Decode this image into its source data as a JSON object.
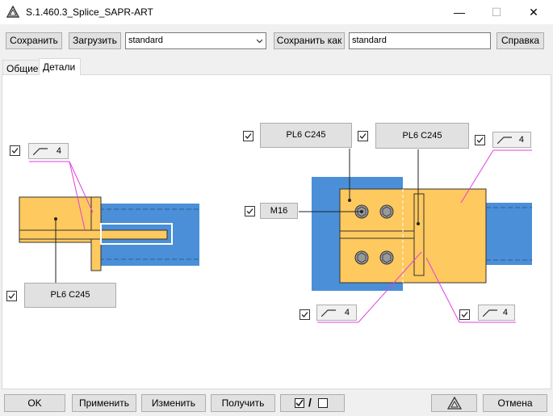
{
  "window": {
    "title": "S.1.460.3_Splice_SAPR-ART",
    "minimize_glyph": "—",
    "maximize_glyph": "☐",
    "close_glyph": "✕"
  },
  "toolbar": {
    "save_label": "Сохранить",
    "load_label": "Загрузить",
    "preset_value": "standard",
    "save_as_label": "Сохранить как",
    "save_as_value": "standard",
    "help_label": "Справка"
  },
  "tabs": [
    {
      "label": "Общие",
      "active": false
    },
    {
      "label": "Детали",
      "active": true
    }
  ],
  "details": {
    "left": {
      "weld_size": "4",
      "plate_label": "PL6 C245"
    },
    "right": {
      "plate_label_left": "PL6 C245",
      "plate_label_right": "PL6 C245",
      "weld_top_right": "4",
      "bolt_label": "M16",
      "weld_bottom_left": "4",
      "weld_bottom_right": "4"
    }
  },
  "footer": {
    "ok_label": "OK",
    "apply_label": "Применить",
    "change_label": "Изменить",
    "get_label": "Получить",
    "toggle_sep": "/",
    "cancel_label": "Отмена"
  },
  "colors": {
    "plate": "#fec95e",
    "beam": "#4a8fd8",
    "leader": "#e040e0",
    "accent": "#0078d7"
  }
}
